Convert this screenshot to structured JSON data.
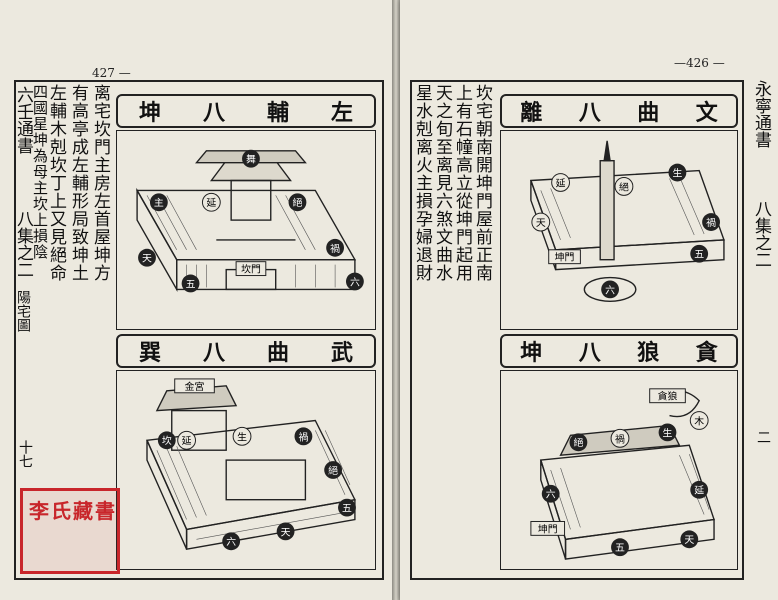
{
  "left_page": {
    "page_number": "427 —",
    "side_title": "六壬通書",
    "chapter": "八集之二",
    "chapter_sub": "陽宅圖",
    "small_mark": "十七",
    "body_columns": [
      "离宅坎門主房左首屋坤方",
      "有高亭成左輔形局致坤土",
      "左輔木剋坎丁上又見絕命",
      "四國星坤為母主坎上損陰"
    ],
    "top_banner": [
      "左",
      "輔",
      "八",
      "坤"
    ],
    "bottom_banner": [
      "武",
      "曲",
      "八",
      "巽"
    ],
    "top_labels": [
      "舞",
      "延",
      "主",
      "絕",
      "天",
      "禍",
      "六",
      "坎門",
      "五"
    ],
    "bottom_labels": [
      "金宮",
      "坎",
      "延",
      "生",
      "禍",
      "五",
      "六",
      "天",
      "絕"
    ],
    "seal": "李氏藏書"
  },
  "right_page": {
    "page_number": "—426 —",
    "side_title": "永寧通書",
    "chapter": "八集之二",
    "small_mark": "二",
    "body_columns": [
      "坎宅朝南開坤門屋前正南",
      "上有石幢高立從坤門起用",
      "天之旬至离見六煞文曲水",
      "星水剋离火主損孕婦退財"
    ],
    "top_banner": [
      "文",
      "曲",
      "八",
      "離"
    ],
    "bottom_banner": [
      "貪",
      "狼",
      "八",
      "坤"
    ],
    "top_labels": [
      "延",
      "生",
      "天",
      "禍",
      "五",
      "坤門",
      "絕",
      "六"
    ],
    "bottom_labels": [
      "貪狼",
      "木",
      "絕",
      "禍",
      "生",
      "延",
      "六",
      "坤門",
      "五",
      "天"
    ]
  }
}
